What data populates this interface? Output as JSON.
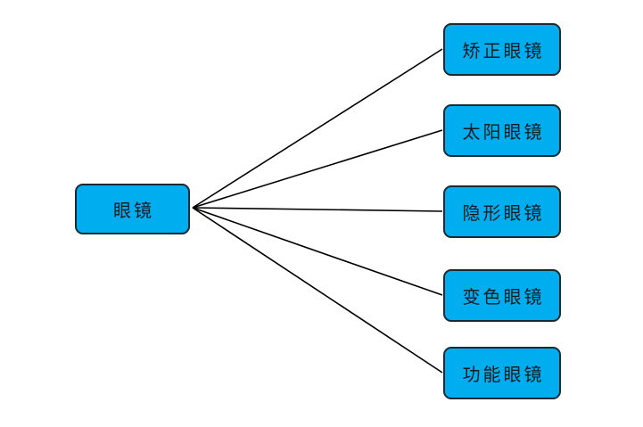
{
  "diagram": {
    "type": "mindmap-tree",
    "root": {
      "label": "眼镜"
    },
    "children": [
      {
        "label": "矫正眼镜"
      },
      {
        "label": "太阳眼镜"
      },
      {
        "label": "隐形眼镜"
      },
      {
        "label": "变色眼镜"
      },
      {
        "label": "功能眼镜"
      }
    ]
  },
  "colors": {
    "node-fill": "#00aeef",
    "node-border": "#1a2a33",
    "connector": "#000000",
    "text": "#131b20",
    "canvas": "#ffffff"
  }
}
